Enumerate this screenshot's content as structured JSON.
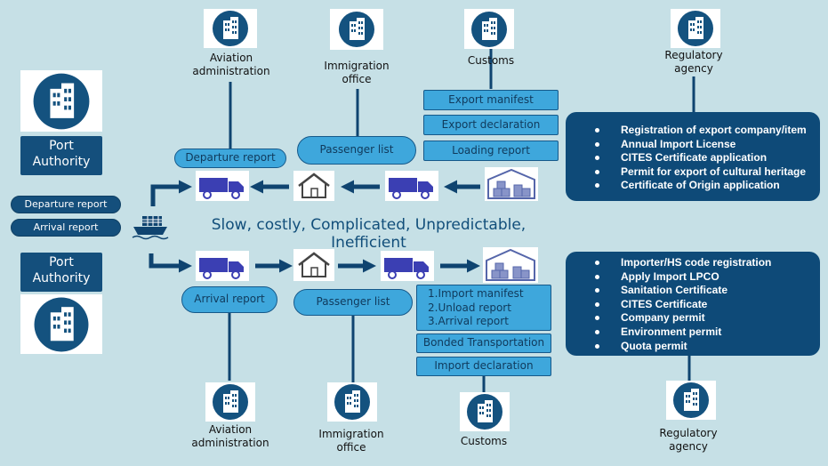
{
  "title": "Slow, costly, Complicated, Unpredictable, Inefficient",
  "port_authority": {
    "top_label": "Port\nAuthority",
    "bottom_label": "Port\nAuthority",
    "departure_report": "Departure report",
    "arrival_report": "Arrival report"
  },
  "export_flow": {
    "aviation_label": "Aviation\nadministration",
    "immigration_label": "Immigration\noffice",
    "customs_label": "Customs",
    "regulatory_label": "Regulatory\nagency",
    "departure_report": "Departure report",
    "passenger_list": "Passenger list",
    "customs_docs": [
      "Export manifest",
      "Export declaration",
      "Loading report"
    ],
    "regulatory_items": [
      "Registration of export company/item",
      "Annual Import License",
      "CITES Certificate application",
      "Permit for export of cultural heritage",
      "Certificate of Origin application"
    ]
  },
  "import_flow": {
    "aviation_label": "Aviation\nadministration",
    "immigration_label": "Immigration\noffice",
    "customs_label": "Customs",
    "regulatory_label": "Regulatory\nagency",
    "arrival_report": "Arrival report",
    "passenger_list": "Passenger list",
    "customs_reports": [
      "1.Import manifest",
      "2.Unload report",
      "3.Arrival report"
    ],
    "bonded_transportation": "Bonded Transportation",
    "import_declaration": "Import declaration",
    "regulatory_items": [
      "Importer/HS code registration",
      "Apply Import LPCO",
      "Sanitation Certificate",
      "CITES Certificate",
      "Company permit",
      "Environment permit",
      "Quota permit"
    ]
  },
  "colors": {
    "background": "#c6e0e6",
    "navy": "#144f7c",
    "accent_blue": "#3ea7dc",
    "truck_blue": "#3b3fb3"
  }
}
